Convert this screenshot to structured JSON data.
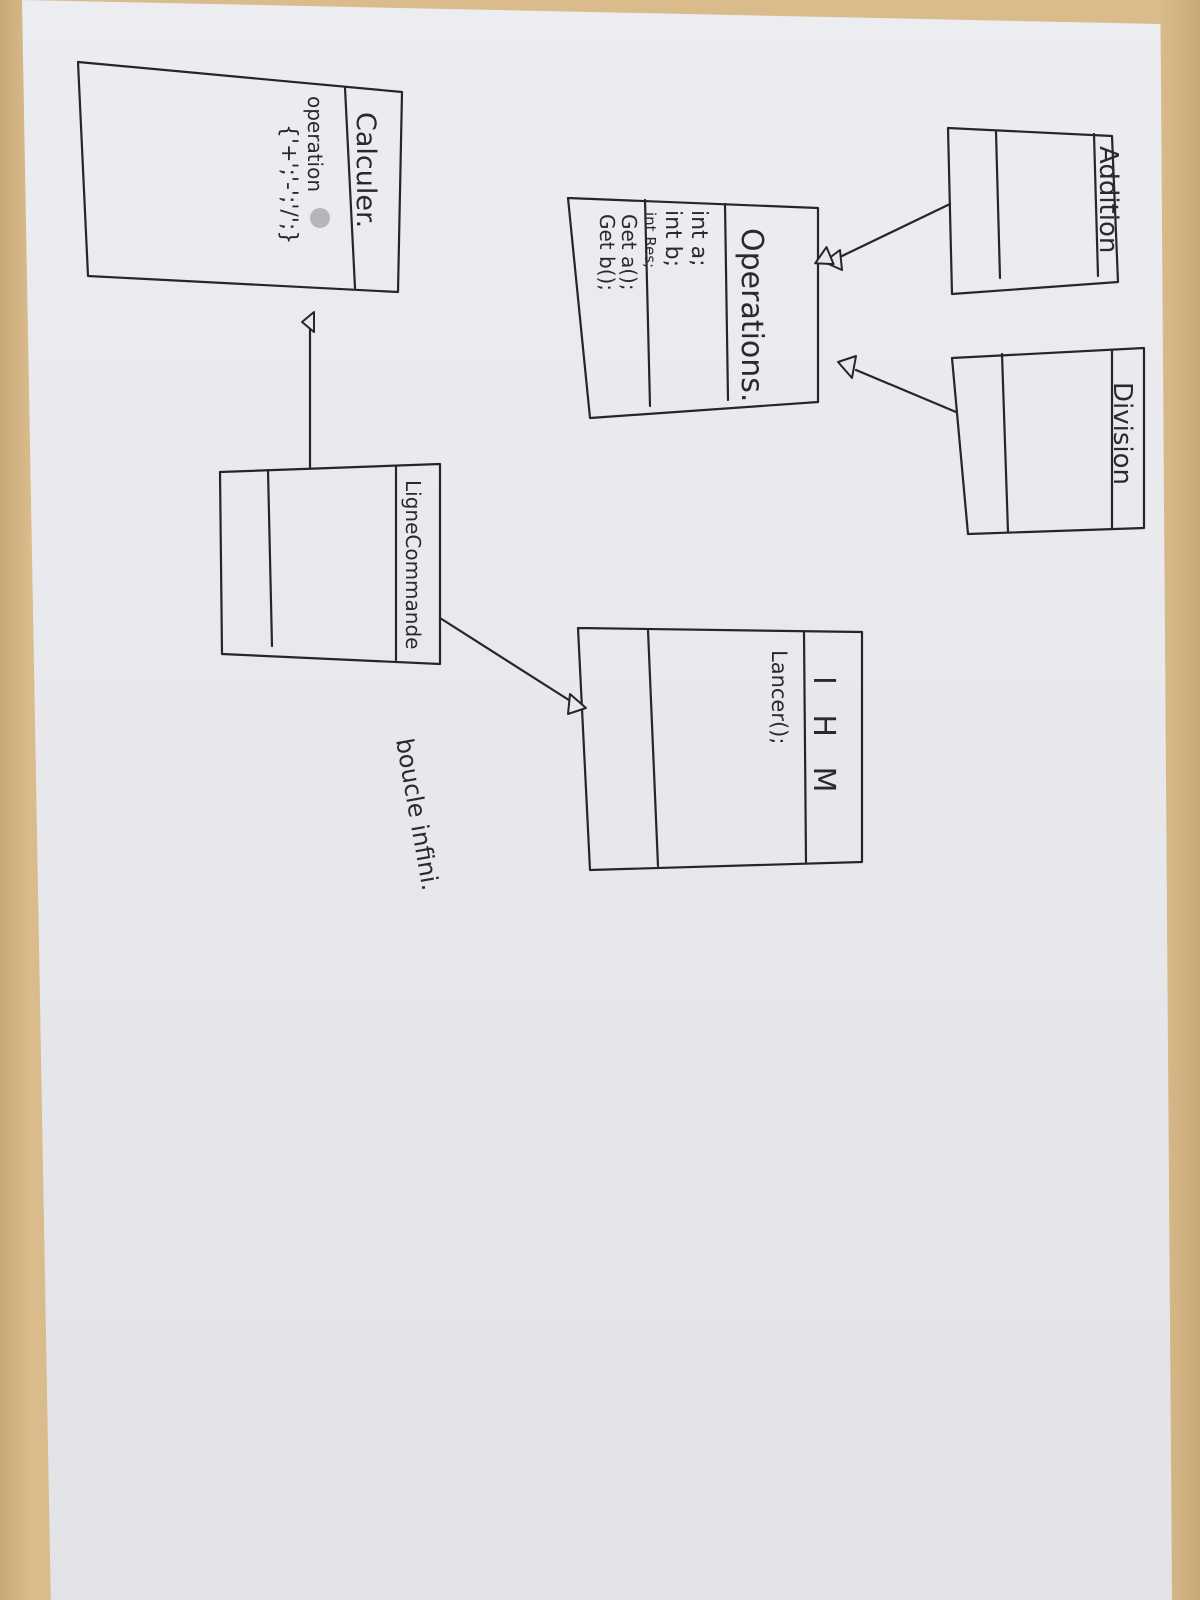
{
  "diagram": {
    "classes": [
      {
        "id": "calculer",
        "name": "Calculer.",
        "attributes": [
          "operation",
          "{'+';'-';'/';}"
        ],
        "methods": []
      },
      {
        "id": "operations",
        "name": "Operations.",
        "attributes": [
          "int a;",
          "int b;",
          "int Res;"
        ],
        "methods": [
          "Get a();",
          "Get b();"
        ]
      },
      {
        "id": "addition",
        "name": "Addition",
        "attributes": [],
        "methods": []
      },
      {
        "id": "division",
        "name": "Division",
        "attributes": [],
        "methods": []
      },
      {
        "id": "lignecommande",
        "name": "LigneCommande",
        "attributes": [],
        "methods": []
      },
      {
        "id": "ihm",
        "name": "I H M",
        "attributes": [
          "Lancer();"
        ],
        "methods": []
      }
    ],
    "relations": [
      {
        "from": "lignecommande",
        "to": "calculer",
        "type": "inheritance"
      },
      {
        "from": "addition",
        "to": "operations",
        "type": "inheritance"
      },
      {
        "from": "division",
        "to": "operations",
        "type": "inheritance"
      },
      {
        "from": "lignecommande",
        "to": "ihm",
        "type": "inheritance"
      }
    ],
    "note": "boucle infini."
  },
  "colors": {
    "paper": "#e8e9ec",
    "ink": "#262628",
    "desk": "#d7b98c"
  }
}
